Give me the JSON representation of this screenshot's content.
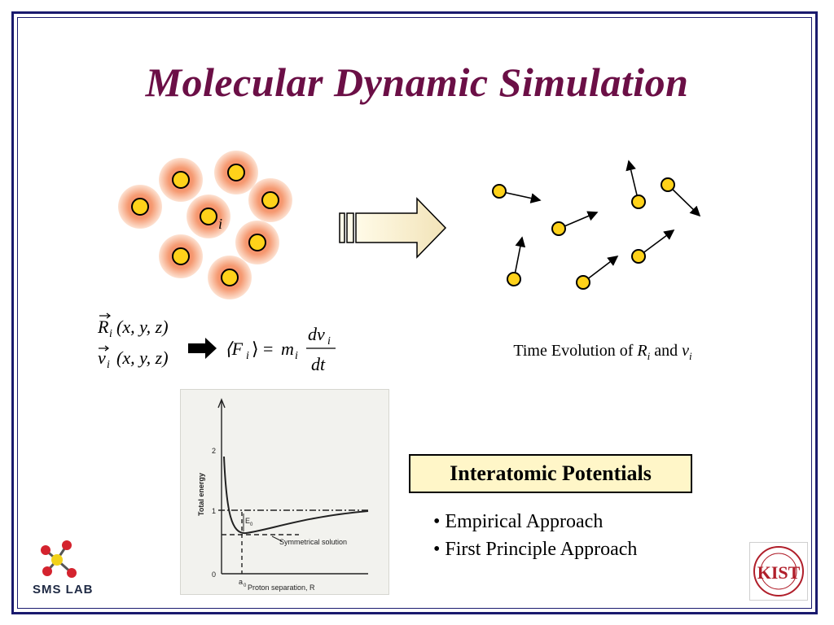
{
  "slide": {
    "title": "Molecular Dynamic Simulation",
    "atom_label": "i",
    "caption": {
      "text": "Time Evolution of ",
      "r": "R",
      "sub1": "i",
      "and": " and ",
      "v": "v",
      "sub2": "i"
    },
    "equations": {
      "r_vec": "R",
      "v_vec": "v",
      "sub": "i",
      "args": "(x, y, z)",
      "force": "⟨F",
      "force_close": "⟩",
      "eq": "=",
      "mass": "m",
      "numerator": "dv",
      "denominator": "dt"
    },
    "potentials_box": "Interatomic Potentials",
    "bullets": [
      "• Empirical Approach",
      "• First Principle Approach"
    ],
    "graph": {
      "y_label": "Total energy",
      "y_ticks": [
        "2",
        "1",
        "0"
      ],
      "x_label": "Proton separation, R",
      "curve_label": "Symmetrical solution",
      "e0_label": "E",
      "e0_sub": "0",
      "a0_label": "a",
      "a0_sub": "0"
    },
    "logo_left": "SMS LAB",
    "logo_right": "KIST",
    "colors": {
      "title": "#6b0f46",
      "frame": "#1a1a6e",
      "atom_core": "#ffd21a",
      "atom_glow": "#f08a5a",
      "box_fill": "#fff6c8"
    }
  }
}
